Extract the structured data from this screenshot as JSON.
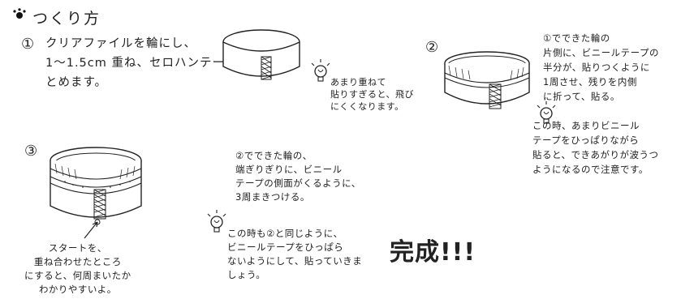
{
  "page": {
    "title": "つくり方"
  },
  "steps": [
    {
      "number": "①",
      "text": "クリアファイルを輪にし、\n1〜1.5cm 重ね、セロハンテープで\nとめます。",
      "note": "あまり重ねて\n貼りすぎると、飛び\nにくくなります。"
    },
    {
      "number": "②",
      "text": "①でできた輪の\n片側に、ビニールテープの\n半分が、貼りつくように\n1周させ、残りを内側\nに折って、貼る。",
      "note": "この時、あまりビニール\nテープをひっぱりながら\n貼ると、できあがりが波うつ\nようになるので注意です。"
    },
    {
      "number": "③",
      "text": "②でできた輪の、\n端ぎりぎりに、ビニール\nテープの側面がくるように、\n3周まきつける。",
      "note": "この時も②と同じように、\nビニールテープをひっぱら\nないようにして、貼っていきま\nしょう。",
      "start_label": "スタートを、\n重ね合わせたところ\nにすると、何周まいたか\nわかりやすいよ。"
    }
  ],
  "completion": "完成!!!",
  "colors": {
    "ink": "#1a1a1a",
    "paper": "#ffffff"
  },
  "icons": {
    "bullet": "flower-bullet-icon",
    "tip": "lightbulb-icon"
  }
}
